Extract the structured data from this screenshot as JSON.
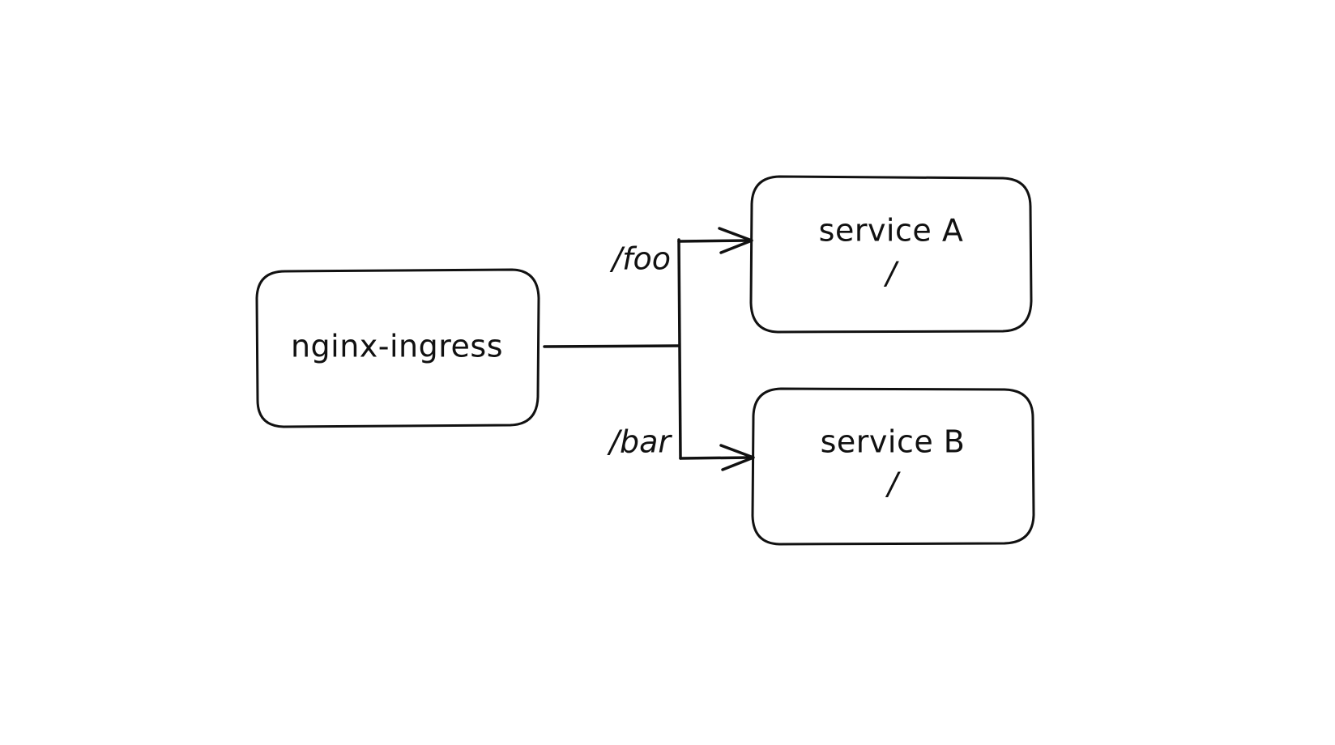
{
  "nodes": {
    "ingress": {
      "label": "nginx-ingress"
    },
    "service_a": {
      "label": "service A",
      "path": "/"
    },
    "service_b": {
      "label": "service B",
      "path": "/"
    }
  },
  "routes": {
    "foo": {
      "label": "/foo"
    },
    "bar": {
      "label": "/bar"
    }
  },
  "colors": {
    "stroke": "#111111",
    "background": "#ffffff"
  }
}
